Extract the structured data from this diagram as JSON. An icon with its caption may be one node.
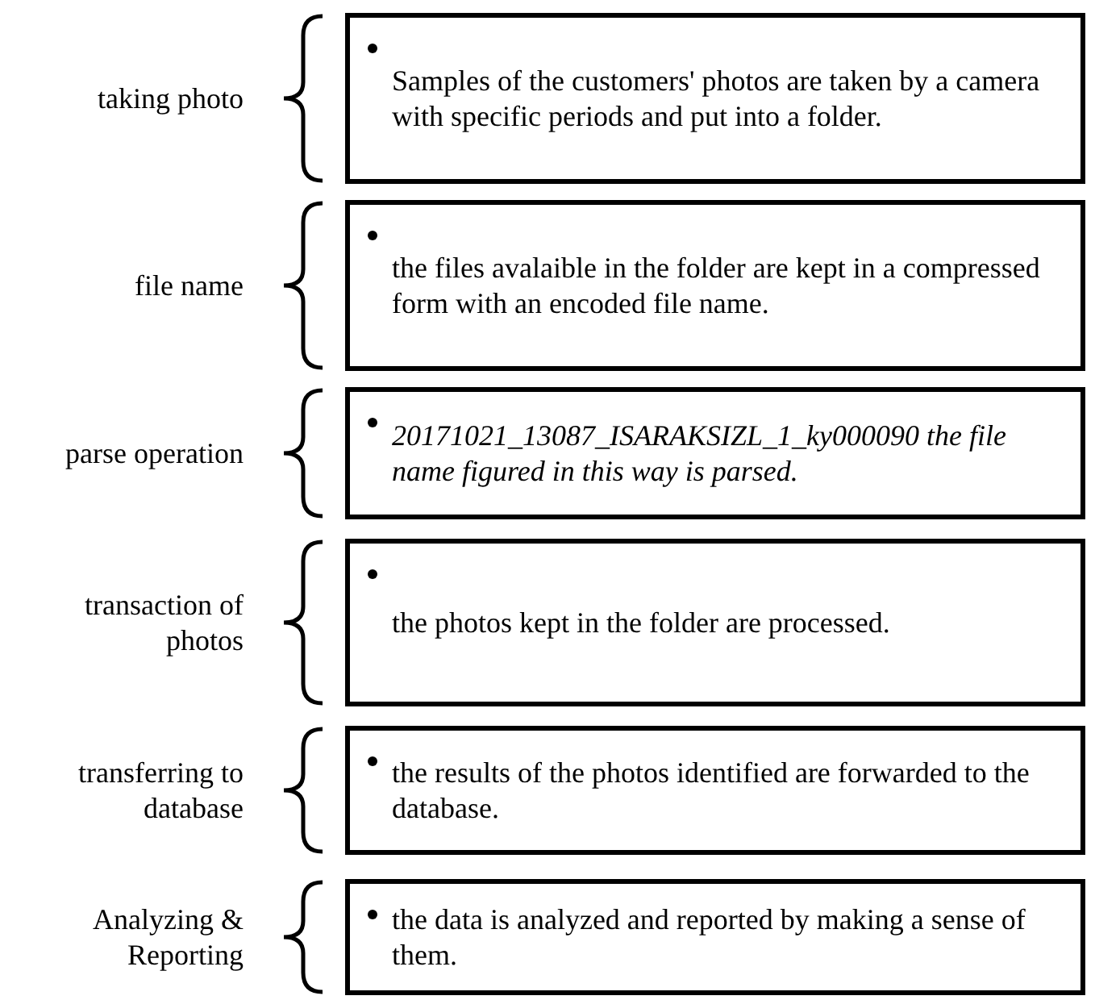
{
  "diagram": {
    "nodes": [
      {
        "text": [
          "Samples of the customers' photos are taken by a camera with specific periods and put into a folder."
        ],
        "beside": [
          "taking photo"
        ]
      },
      {
        "text": [
          "the files avalaible in the folder are kept in a compressed form with an encoded file name."
        ],
        "beside": [
          "file name"
        ]
      },
      {
        "text": [
          "20171021_13087_ISARAKSIZL_1_ky000090 the file name figured in this way is parsed."
        ],
        "beside": [
          "parse operation"
        ]
      },
      {
        "text": [
          "the photos kept in the folder are processed."
        ],
        "beside": [
          "transaction of photos"
        ]
      },
      {
        "text": [
          "the results of the photos identified are forwarded to the database."
        ],
        "beside": [
          "transferring to database"
        ]
      },
      {
        "text": [
          "the data is analyzed and reported by making a sense of them."
        ],
        "beside": [
          "Analyzing & Reporting"
        ]
      }
    ]
  }
}
